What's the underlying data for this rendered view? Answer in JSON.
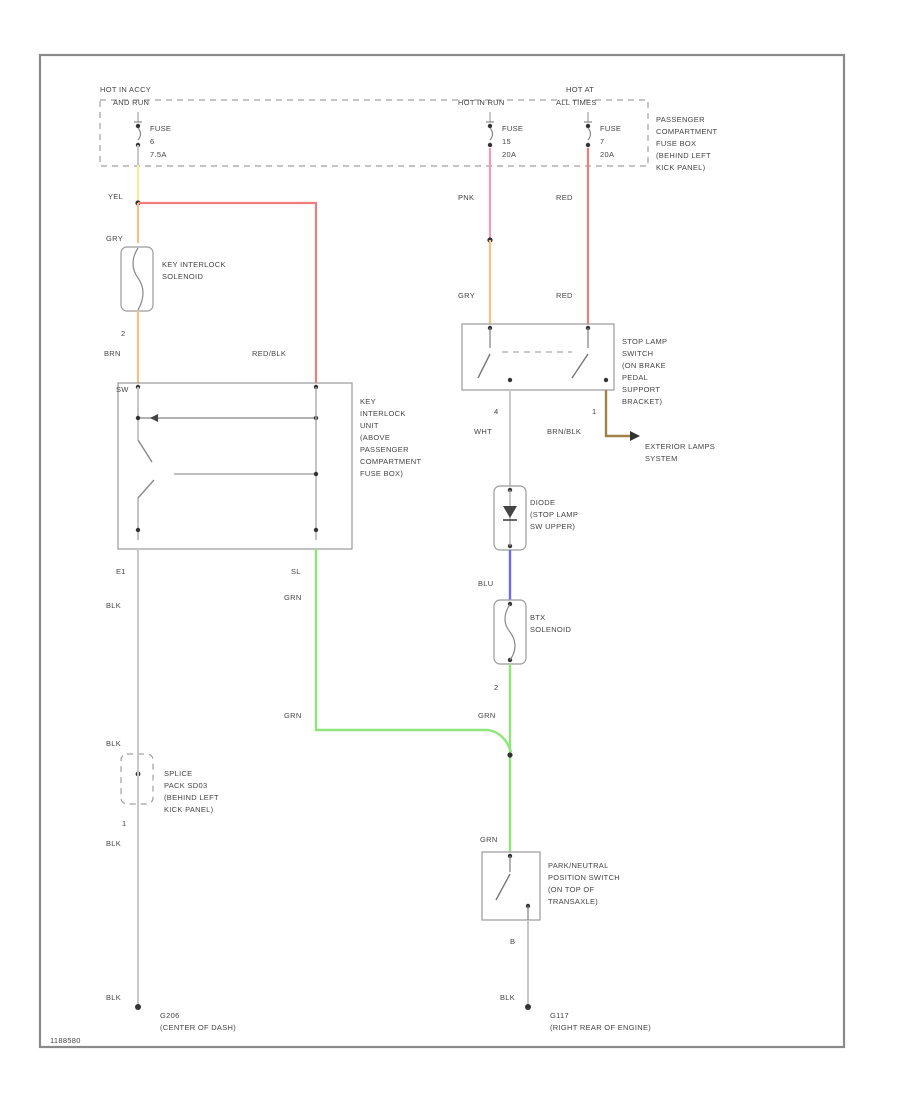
{
  "colors": {
    "yellow": "#f0ee9a",
    "red": "#f07c7c",
    "orange": "#f4c08a",
    "pink": "#f29ab8",
    "green": "#8ee67a",
    "blue": "#6a6af2",
    "brown": "#a08248",
    "gray": "#c8c8c8"
  },
  "power": {
    "left_hot": "HOT IN ACCY",
    "left_hot_line2": "AND RUN",
    "mid_hot": "HOT IN RUN",
    "right_hot": "HOT AT",
    "right_hot_line2": "ALL TIMES"
  },
  "fuses": {
    "left": [
      "FUSE",
      "6",
      "7.5A"
    ],
    "mid": [
      "FUSE",
      "15",
      "20A"
    ],
    "right": [
      "FUSE",
      "7",
      "20A"
    ]
  },
  "fuse_box_label": [
    "PASSENGER",
    "COMPARTMENT",
    "FUSE BOX",
    "(BEHIND LEFT",
    "KICK PANEL)"
  ],
  "key_solenoid": {
    "wire_top": "YEL",
    "wire_in": "GRY",
    "name": [
      "KEY INTERLOCK",
      "SOLENOID"
    ],
    "pin": "2",
    "wire_out": "BRN"
  },
  "interlock_unit": {
    "pin_left": "SW",
    "wire_right": "RED/BLK",
    "name": [
      "KEY",
      "INTERLOCK",
      "UNIT",
      "(ABOVE",
      "PASSENGER",
      "COMPARTMENT",
      "FUSE BOX)"
    ],
    "pin_bottom_left": "E1",
    "pin_bottom_right": "SL"
  },
  "stop_lamp": {
    "wire_mid_top": "PNK",
    "wire_mid_bot": "GRY",
    "wire_right_top": "RED",
    "wire_right_bot": "RED",
    "name": [
      "STOP LAMP",
      "SWITCH",
      "(ON BRAKE",
      "PEDAL",
      "SUPPORT",
      "BRACKET)"
    ],
    "pin_4": "4",
    "wire_4": "WHT",
    "pin_1": "1",
    "wire_1": "BRN/BLK",
    "ext_label": [
      "EXTERIOR LAMPS",
      "SYSTEM"
    ]
  },
  "diode": {
    "name": [
      "DIODE",
      "(STOP LAMP",
      "SW UPPER)"
    ],
    "wire_out": "BLU"
  },
  "stx_solenoid": {
    "name": [
      "BTX",
      "SOLENOID"
    ],
    "pin": "2",
    "wire_out": "GRN"
  },
  "left_chain": {
    "wire_e1": "BLK",
    "wire_sl": "GRN",
    "wire_sl_bottom": "GRN",
    "splice_wire_in": "BLK",
    "splice_name": [
      "SPLICE",
      "PACK SD03",
      "(BEHIND LEFT",
      "KICK PANEL)"
    ],
    "splice_pin": "1",
    "splice_wire_out": "BLK"
  },
  "pn_switch": {
    "wire_in": "GRN",
    "name": [
      "PARK/NEUTRAL",
      "POSITION SWITCH",
      "(ON TOP OF",
      "TRANSAXLE)"
    ],
    "pin": "B"
  },
  "grounds": {
    "left_wire": "BLK",
    "left_name": "G206",
    "left_loc": "(CENTER OF DASH)",
    "right_wire": "BLK",
    "right_name": "G117",
    "right_loc": "(RIGHT REAR OF ENGINE)"
  },
  "footer_code": "1188580"
}
